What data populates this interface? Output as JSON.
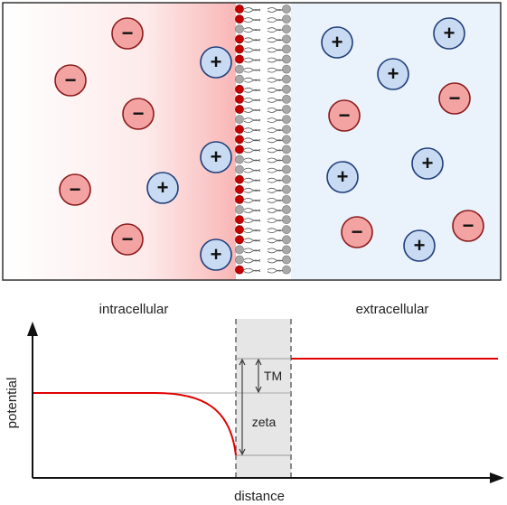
{
  "labels": {
    "intracellular": "intracellular",
    "extracellular": "extracellular",
    "potential_axis": "potential",
    "distance_axis": "distance",
    "tm": "TM",
    "zeta": "zeta"
  },
  "ion_symbols": {
    "negative": "−",
    "positive": "+"
  },
  "colors": {
    "negative_fill": "#f4a3a3",
    "negative_stroke": "#8b1a1a",
    "positive_fill": "#c9dbf3",
    "positive_stroke": "#1f3e7a",
    "membrane_charge": "#c40000",
    "lipid_head": "#a8a8a8",
    "curve": "#e00000",
    "extracellular_bg": "#eaf2fb",
    "intracellular_gradient": "#fbcaca",
    "membrane_band": "#e6e6e6"
  }
}
